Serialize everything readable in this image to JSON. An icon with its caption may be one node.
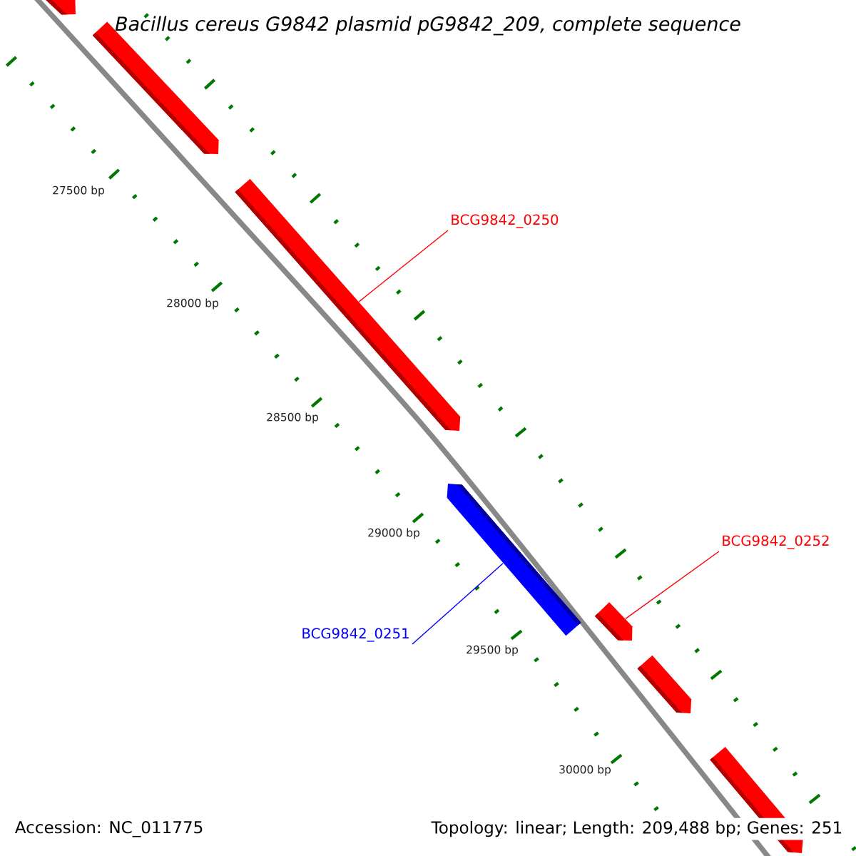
{
  "diagram": {
    "title": "Bacillus cereus G9842 plasmid pG9842_209, complete sequence",
    "nodes": [
      {
        "text": [],
        "shape": "bar"
      },
      {
        "text": [],
        "shape": "bar"
      },
      {
        "text": [
          "BCG9842_0250"
        ]
      },
      {
        "text": [],
        "shape": "bar"
      },
      {
        "text": [],
        "shape": "bar"
      },
      {
        "text": [
          "BCG9842_0252"
        ]
      },
      {
        "text": [],
        "shape": "bar"
      },
      {
        "text": [
          "BCG9842_0251"
        ]
      },
      {
        "text": [],
        "shape": "bar"
      },
      {
        "text": [],
        "shape": "bar"
      }
    ],
    "edges": [
      {
        "from": 2,
        "to": 3,
        "arrow": "none"
      },
      {
        "from": 5,
        "to": 6,
        "arrow": "none"
      },
      {
        "from": 7,
        "to": 4,
        "arrow": "none",
        "color": "#0000ff"
      }
    ],
    "labels": [
      "27500 bp",
      "28000 bp",
      "28500 bp",
      "29000 bp",
      "29500 bp",
      "30000 bp",
      "Accession: NC_011775",
      "Topology: linear; Length: 209,488 bp; Genes: 251"
    ]
  }
}
